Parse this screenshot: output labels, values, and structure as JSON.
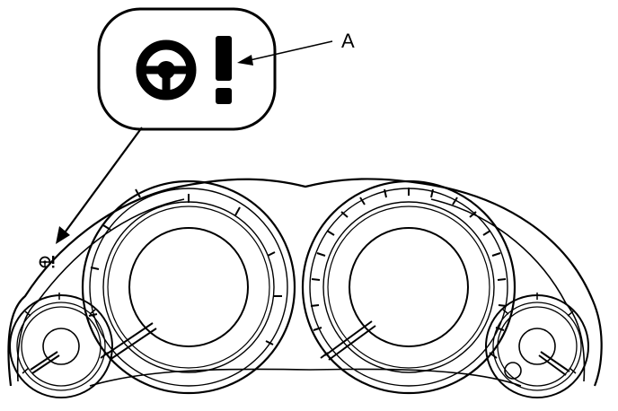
{
  "diagram": {
    "callout_label": "A",
    "callout_icon": "power-steering-warning-icon",
    "indicator_icon": "power-steering-warning-icon",
    "gauges": [
      "left-small-gauge",
      "tachometer",
      "speedometer",
      "right-small-gauge"
    ],
    "colors": {
      "line": "#000000",
      "background": "#ffffff"
    }
  }
}
